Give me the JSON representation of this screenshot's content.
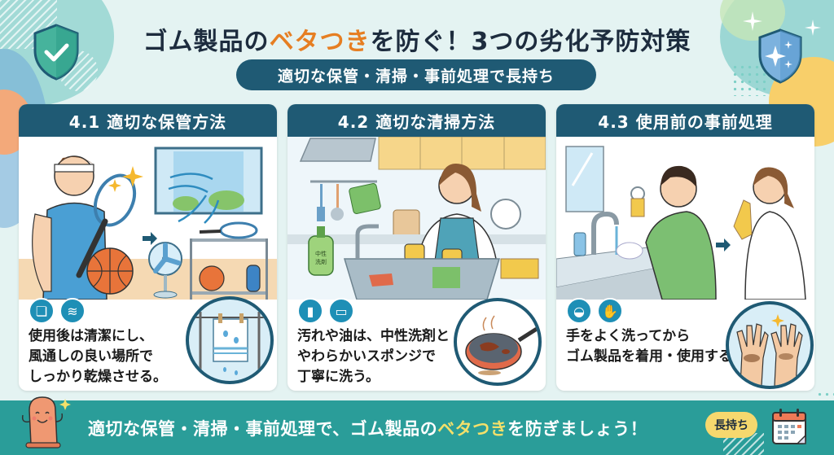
{
  "header": {
    "title_pre": "ゴム製品の",
    "title_accent": "ベタつき",
    "title_post": "を防ぐ！3つの劣化予防対策",
    "subtitle": "適切な保管・清掃・事前処理で長持ち",
    "left_icon": "shield-check-icon",
    "right_icon": "shield-sparkle-icon"
  },
  "panels": [
    {
      "heading": "4.1 適切な保管方法",
      "icons": [
        "towel-sparkle-icon",
        "wind-icon"
      ],
      "text": "使用後は清潔にし、\n風通しの良い場所で\nしっかり乾燥させる。",
      "scene": "man-with-racket-basketball-window-fan-shelf",
      "inset": "drying-towel-on-line"
    },
    {
      "heading": "4.2 適切な清掃方法",
      "icons": [
        "detergent-bottle-icon",
        "sponge-icon"
      ],
      "text": "汚れや油は、中性洗剤と\nやわらかいスポンジで\n丁寧に洗う。",
      "scene": "woman-washing-dishes-kitchen",
      "detergent_label": "中性洗剤",
      "inset": "oily-frying-pan"
    },
    {
      "heading": "4.3 使用前の事前処理",
      "icons": [
        "soap-icon",
        "washing-hands-icon"
      ],
      "text": "手をよく洗ってから\nゴム製品を着用・使用する。",
      "scene": "man-washing-hands-woman-putting-gloves",
      "inset": "dirty-hands"
    }
  ],
  "footer": {
    "text_pre": "適切な保管・清掃・事前処理で、ゴム製品の",
    "text_accent": "ベタつき",
    "text_post": "を防ぎましょう！",
    "badge": "長持ち",
    "mascot": "smiling-rubber-mascot",
    "calendar_icon": "calendar-icon"
  },
  "colors": {
    "navy": "#1f5a74",
    "accent_orange": "#e67e22",
    "footer_teal": "#2a9d99",
    "footer_accent": "#f4e06a",
    "icon_blue": "#1e8fb6"
  }
}
